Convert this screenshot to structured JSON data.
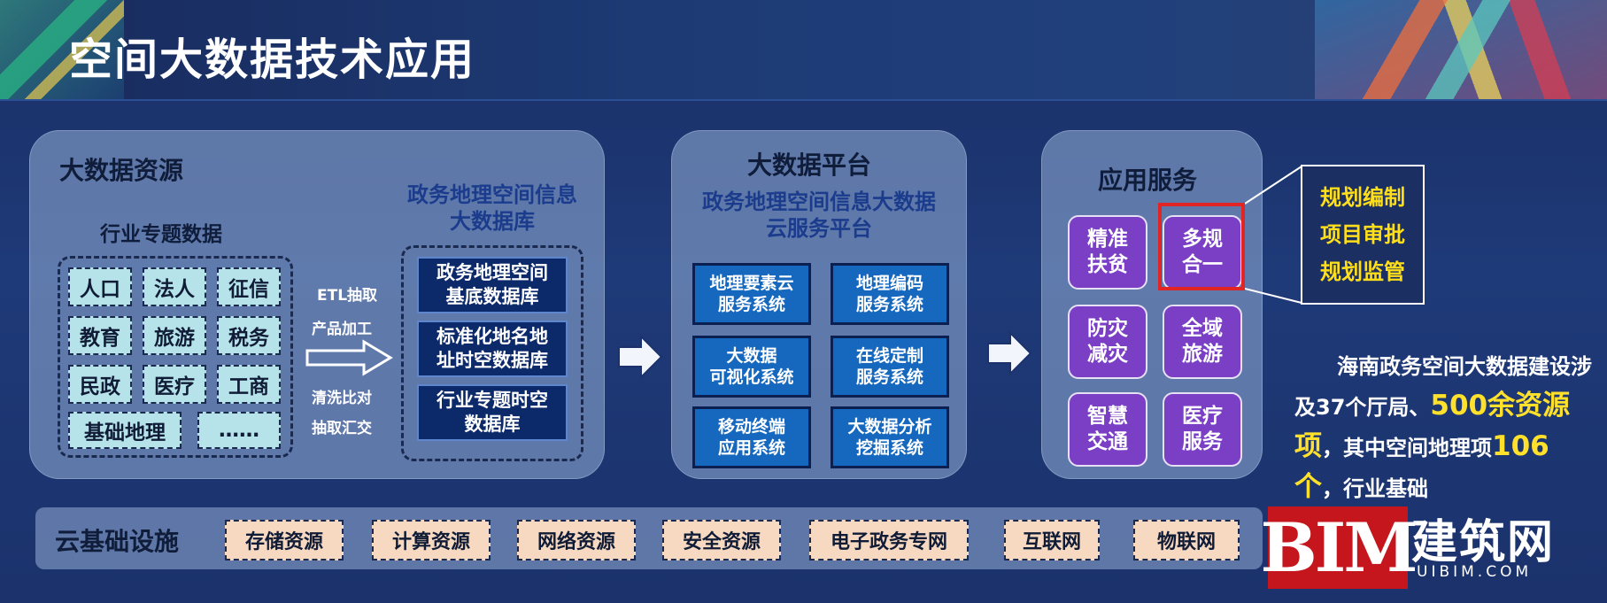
{
  "page_title": "空间大数据技术应用",
  "resources": {
    "title": "大数据资源",
    "thematic_label": "行业专题数据",
    "chips": [
      "人口",
      "法人",
      "征信",
      "教育",
      "旅游",
      "税务",
      "民政",
      "医疗",
      "工商",
      "基础地理",
      "……"
    ],
    "etl_top": [
      "ETL抽取",
      "产品加工"
    ],
    "etl_bottom": [
      "清洗比对",
      "抽取汇交"
    ],
    "db_title_lines": [
      "政务地理空间信息",
      "大数据库"
    ],
    "databases": [
      [
        "政务地理空间",
        "基底数据库"
      ],
      [
        "标准化地名地",
        "址时空数据库"
      ],
      [
        "行业专题时空",
        "数据库"
      ]
    ]
  },
  "platform": {
    "title": "大数据平台",
    "subtitle_lines": [
      "政务地理空间信息大数据",
      "云服务平台"
    ],
    "systems": [
      [
        "地理要素云",
        "服务系统"
      ],
      [
        "地理编码",
        "服务系统"
      ],
      [
        "大数据",
        "可视化系统"
      ],
      [
        "在线定制",
        "服务系统"
      ],
      [
        "移动终端",
        "应用系统"
      ],
      [
        "大数据分析",
        "挖掘系统"
      ]
    ]
  },
  "services": {
    "title": "应用服务",
    "items": [
      [
        "精准",
        "扶贫"
      ],
      [
        "多规",
        "合一"
      ],
      [
        "防灾",
        "减灾"
      ],
      [
        "全域",
        "旅游"
      ],
      [
        "智慧",
        "交通"
      ],
      [
        "医疗",
        "服务"
      ]
    ],
    "popup": [
      "规划编制",
      "项目审批",
      "规划监管"
    ]
  },
  "description": {
    "part1": "海南政务空间大数据建设涉及37个厅局、",
    "hl1": "500余资源项",
    "part2": "，其中空间地理项",
    "hl2": "106个",
    "part3": "，行业基础"
  },
  "cloud": {
    "title": "云基础设施",
    "items": [
      "存储资源",
      "计算资源",
      "网络资源",
      "安全资源",
      "电子政务专网",
      "互联网",
      "物联网"
    ]
  },
  "watermark": {
    "brand": "BIM",
    "cn": "建筑网",
    "url": "UIBIM.COM"
  }
}
